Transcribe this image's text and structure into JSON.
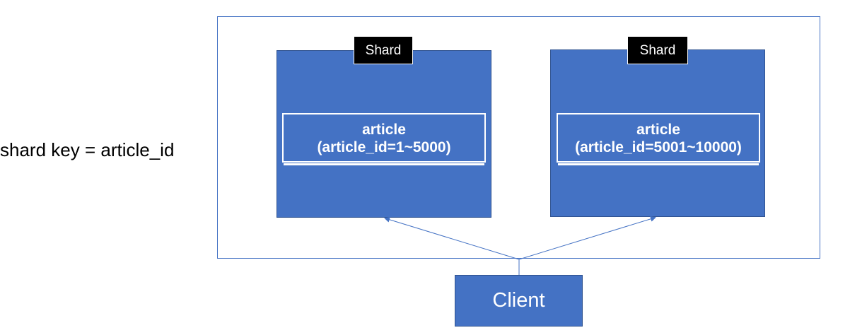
{
  "shard_key_label": "shard key = article_id",
  "shards": [
    {
      "tag": "Shard",
      "table_name": "article",
      "table_range": "(article_id=1~5000)"
    },
    {
      "tag": "Shard",
      "table_name": "article",
      "table_range": "(article_id=5001~10000)"
    }
  ],
  "client_label": "Client",
  "colors": {
    "shard_fill": "#4472c4",
    "shard_border": "#2f528f",
    "tag_fill": "#000000",
    "text_light": "#ffffff",
    "connector": "#4472c4"
  }
}
